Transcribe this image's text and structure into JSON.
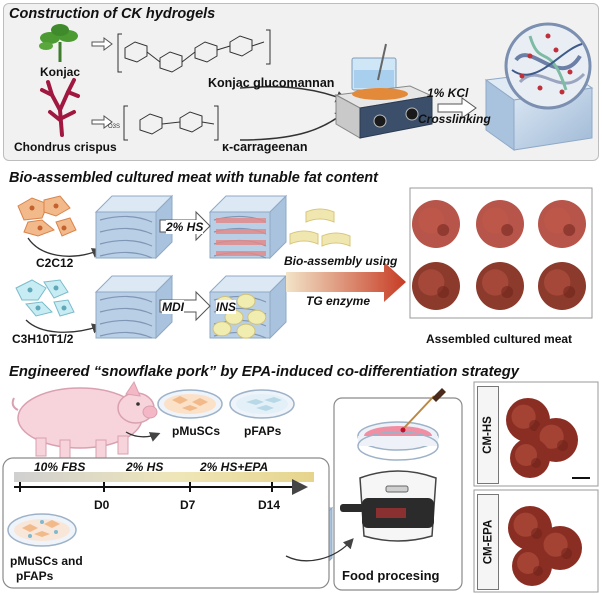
{
  "panel1": {
    "title": "Construction of CK hydrogels",
    "konjac": "Konjac",
    "chondrus": "Chondrus crispus",
    "glucomannan": "Konjac glucomannan",
    "carrageenan": "κ-carrageenan",
    "kcl": "1% KCl",
    "crosslinking": "Crosslinking"
  },
  "panel2": {
    "title": "Bio-assembled cultured meat with tunable fat content",
    "c2c12": "C2C12",
    "c3h10": "C3H10T1/2",
    "hs": "2% HS",
    "mdi": "MDI",
    "ins": "INS",
    "bioassembly": "Bio-assembly using",
    "tg": "TG enzyme",
    "assembled": "Assembled cultured meat"
  },
  "panel3": {
    "title": "Engineered “snowflake pork” by EPA-induced co-differentiation strategy",
    "pmuscs": "pMuSCs",
    "pfaps": "pFAPs",
    "fbs": "10% FBS",
    "hs": "2% HS",
    "hsepa": "2% HS+EPA",
    "d0": "D0",
    "d7": "D7",
    "d14": "D14",
    "mix_line1": "pMuSCs and",
    "mix_line2": "pFAPs",
    "food": "Food procesing",
    "cmhs": "CM-HS",
    "cmepa": "CM-EPA"
  },
  "colors": {
    "meat": "#8a2e24",
    "gel": "#b9cfe6",
    "fiber": "#e08a8a",
    "fat": "#f1ecb0",
    "arrow": "#c73c24"
  }
}
